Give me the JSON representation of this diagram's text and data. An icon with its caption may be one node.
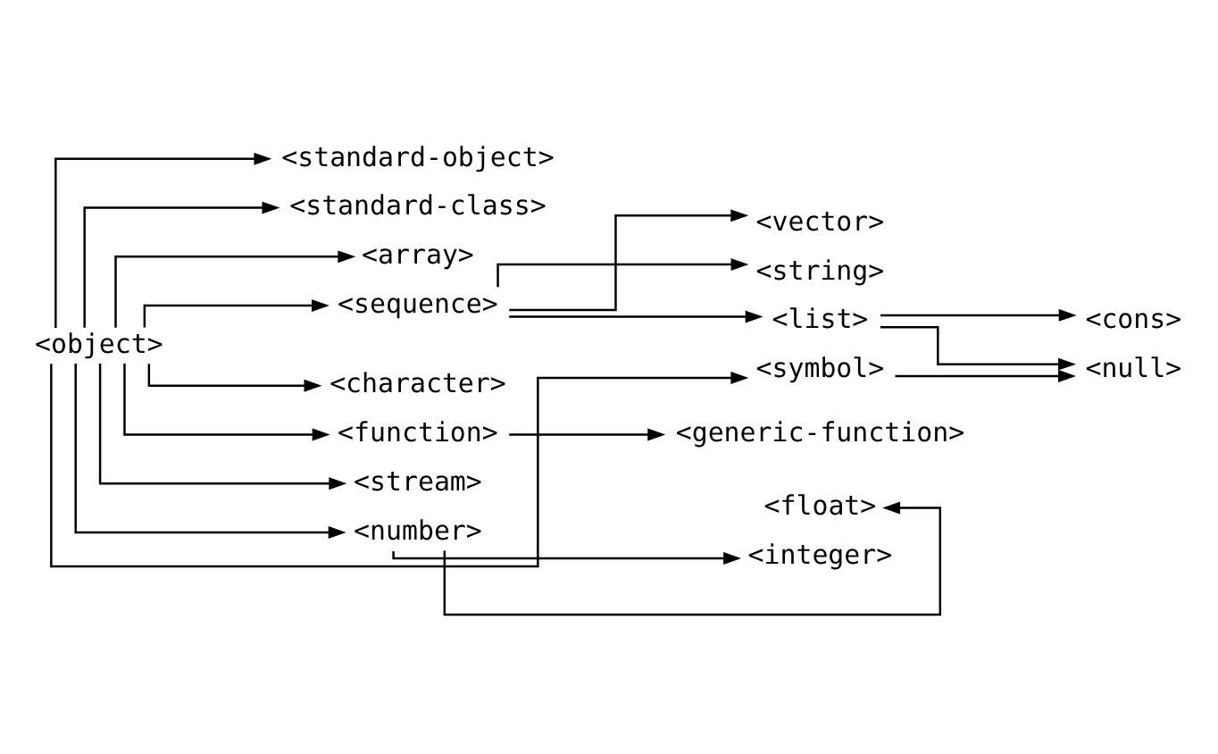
{
  "diagram": {
    "nodes": [
      {
        "text": [
          "<object>"
        ]
      },
      {
        "text": [
          "<standard-object>"
        ]
      },
      {
        "text": [
          "<standard-class>"
        ]
      },
      {
        "text": [
          "<array>"
        ]
      },
      {
        "text": [
          "<sequence>"
        ]
      },
      {
        "text": [
          "<vector>"
        ]
      },
      {
        "text": [
          "<string>"
        ]
      },
      {
        "text": [
          "<list>"
        ]
      },
      {
        "text": [
          "<cons>"
        ]
      },
      {
        "text": [
          "<symbol>"
        ]
      },
      {
        "text": [
          "<null>"
        ]
      },
      {
        "text": [
          "<character>"
        ]
      },
      {
        "text": [
          "<function>"
        ]
      },
      {
        "text": [
          "<generic-function>"
        ]
      },
      {
        "text": [
          "<stream>"
        ]
      },
      {
        "text": [
          "<number>"
        ]
      },
      {
        "text": [
          "<float>"
        ]
      },
      {
        "text": [
          "<integer>"
        ]
      }
    ],
    "edges": [
      {
        "from": 0,
        "to": 1,
        "arrow": "to"
      },
      {
        "from": 0,
        "to": 2,
        "arrow": "to"
      },
      {
        "from": 0,
        "to": 3,
        "arrow": "to"
      },
      {
        "from": 0,
        "to": 4,
        "arrow": "to"
      },
      {
        "from": 4,
        "to": 5,
        "arrow": "to"
      },
      {
        "from": 4,
        "to": 6,
        "arrow": "to"
      },
      {
        "from": 4,
        "to": 7,
        "arrow": "to"
      },
      {
        "from": 7,
        "to": 8,
        "arrow": "to"
      },
      {
        "from": 7,
        "to": 10,
        "arrow": "to"
      },
      {
        "from": 0,
        "to": 9,
        "arrow": "to"
      },
      {
        "from": 9,
        "to": 10,
        "arrow": "to"
      },
      {
        "from": 0,
        "to": 11,
        "arrow": "to"
      },
      {
        "from": 0,
        "to": 12,
        "arrow": "to"
      },
      {
        "from": 12,
        "to": 13,
        "arrow": "to"
      },
      {
        "from": 0,
        "to": 14,
        "arrow": "to"
      },
      {
        "from": 0,
        "to": 15,
        "arrow": "to"
      },
      {
        "from": 15,
        "to": 16,
        "arrow": "to"
      },
      {
        "from": 15,
        "to": 17,
        "arrow": "to"
      }
    ]
  }
}
